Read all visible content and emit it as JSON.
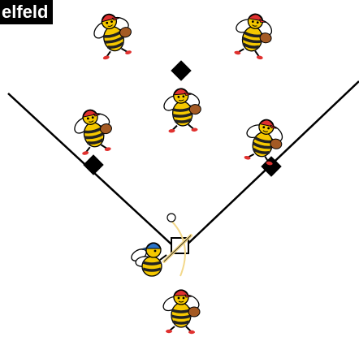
{
  "title": "elfeld",
  "colors": {
    "background": "#ffffff",
    "lines": "#000000",
    "bee_body": "#f5c800",
    "bee_stripes": "#222222",
    "cap_fielder": "#e0312f",
    "cap_batter": "#2a74c9",
    "glove": "#a45a24",
    "wings": "#ffffff",
    "bat": "#f3d88a"
  },
  "field": {
    "bases": [
      "third-base",
      "second-base",
      "first-base",
      "home-plate"
    ],
    "players": [
      {
        "role": "left-fielder",
        "team": "fielding"
      },
      {
        "role": "right-fielder",
        "team": "fielding"
      },
      {
        "role": "second-baseman",
        "team": "fielding"
      },
      {
        "role": "third-baseman",
        "team": "fielding"
      },
      {
        "role": "first-baseman",
        "team": "fielding"
      },
      {
        "role": "batter",
        "team": "batting"
      },
      {
        "role": "catcher",
        "team": "fielding"
      }
    ]
  }
}
